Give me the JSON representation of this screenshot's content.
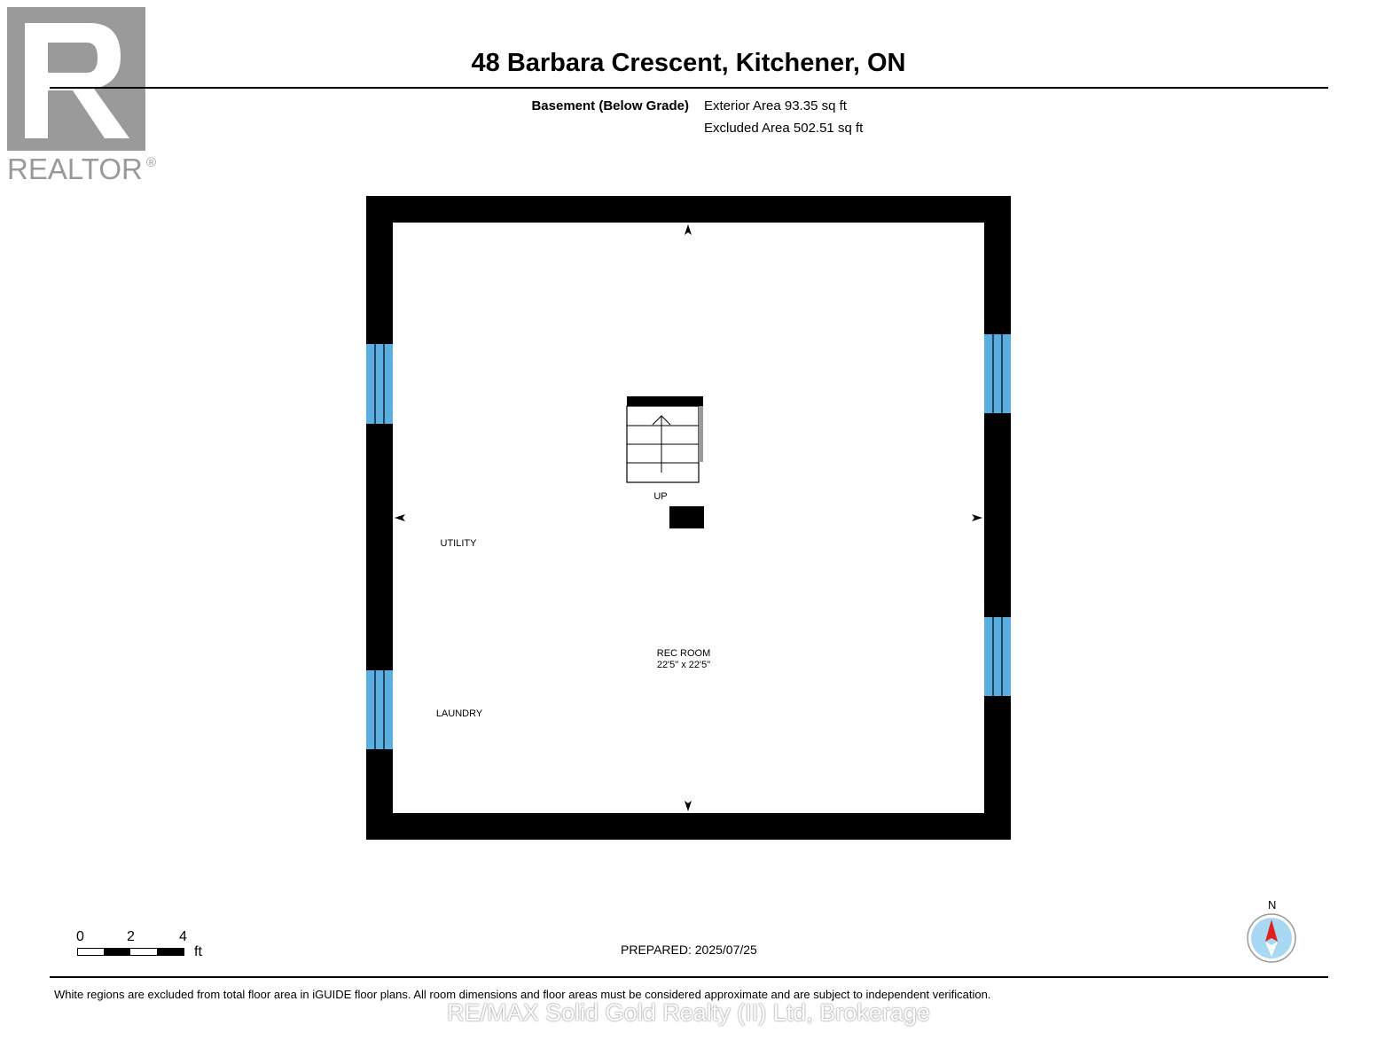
{
  "logo": {
    "brand": "REALTOR",
    "mark": "®",
    "color": "#9a9a9a",
    "icon": "realtor-r-logo-icon"
  },
  "header": {
    "title": "48 Barbara Crescent, Kitchener, ON",
    "floor_name": "Basement (Below Grade)",
    "exterior_area": "Exterior Area 93.35 sq ft",
    "excluded_area": "Excluded Area 502.51 sq ft"
  },
  "plan": {
    "stairs_label": "UP",
    "rooms": [
      {
        "name": "UTILITY",
        "dimensions": ""
      },
      {
        "name": "REC ROOM",
        "dimensions": "22'5\" x 22'5\""
      },
      {
        "name": "LAUNDRY",
        "dimensions": ""
      }
    ],
    "colors": {
      "wall": "#000000",
      "window": "#5aaee0"
    }
  },
  "scale_bar": {
    "ticks": [
      "0",
      "2",
      "4"
    ],
    "unit": "ft"
  },
  "compass": {
    "label": "N",
    "icon": "compass-icon",
    "needle_color": "#e02020",
    "face_color": "#a8d8f2"
  },
  "footer": {
    "prepared": "PREPARED: 2025/07/25",
    "disclaimer": "White regions are excluded from total floor area in iGUIDE floor plans. All room dimensions and floor areas must be considered approximate and are subject to independent verification.",
    "watermark": "RE/MAX Solid Gold Realty (II) Ltd, Brokerage"
  }
}
